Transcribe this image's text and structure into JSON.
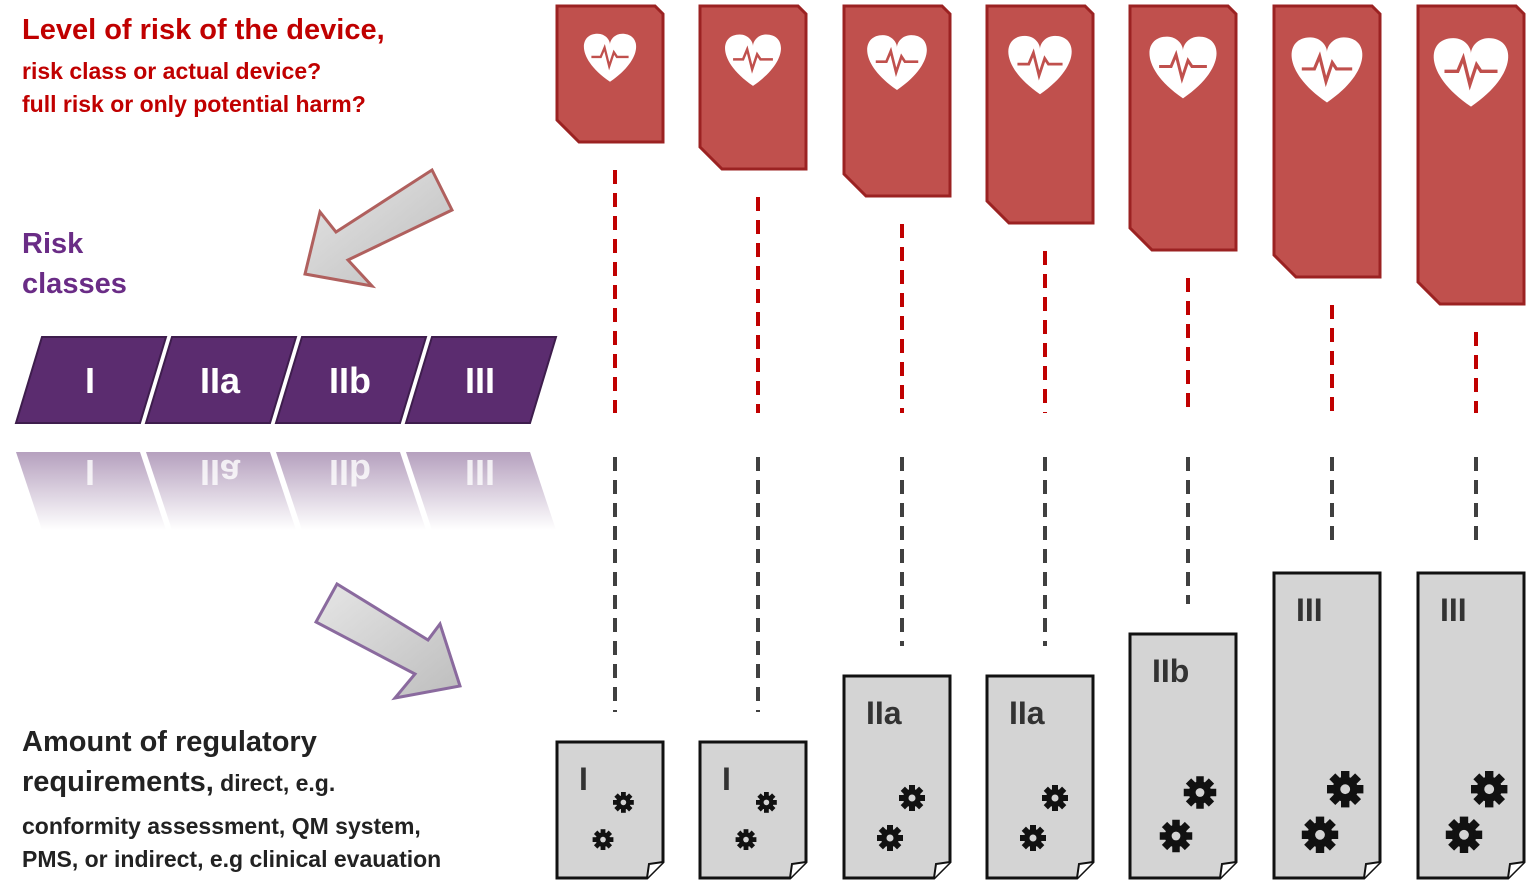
{
  "header": {
    "title": "Level of risk of the device,",
    "subtitle_1": "risk class or actual device?",
    "subtitle_2": "full risk or only potential harm?"
  },
  "risk_classes_label": [
    "Risk",
    "classes"
  ],
  "risk_class_bar": [
    "I",
    "IIa",
    "IIb",
    "III"
  ],
  "requirements": {
    "line1": "Amount of regulatory",
    "line2_big": "requirements,",
    "line2_small": " direct, e.g.",
    "line3": "conformity assessment, QM system,",
    "line4": "PMS, or indirect, e.g clinical evauation"
  },
  "devices": [
    {
      "class": "I",
      "risk_level": 1,
      "requirement_level": 1
    },
    {
      "class": "I",
      "risk_level": 2,
      "requirement_level": 1
    },
    {
      "class": "IIa",
      "risk_level": 3,
      "requirement_level": 2
    },
    {
      "class": "IIa",
      "risk_level": 4,
      "requirement_level": 2
    },
    {
      "class": "IIb",
      "risk_level": 5,
      "requirement_level": 3
    },
    {
      "class": "III",
      "risk_level": 6,
      "requirement_level": 4
    },
    {
      "class": "III",
      "risk_level": 7,
      "requirement_level": 4
    }
  ],
  "colors": {
    "risk_red": "#c0504d",
    "title_red": "#c00000",
    "class_purple": "#5b2c6f",
    "label_purple": "#6a2c86",
    "requirement_gray": "#d4d4d4",
    "dash_red": "#c00000",
    "dash_gray": "#404040"
  },
  "icons": [
    "heart-pulse-icon",
    "gears-icon",
    "arrow-down-left-icon",
    "arrow-down-right-icon"
  ]
}
